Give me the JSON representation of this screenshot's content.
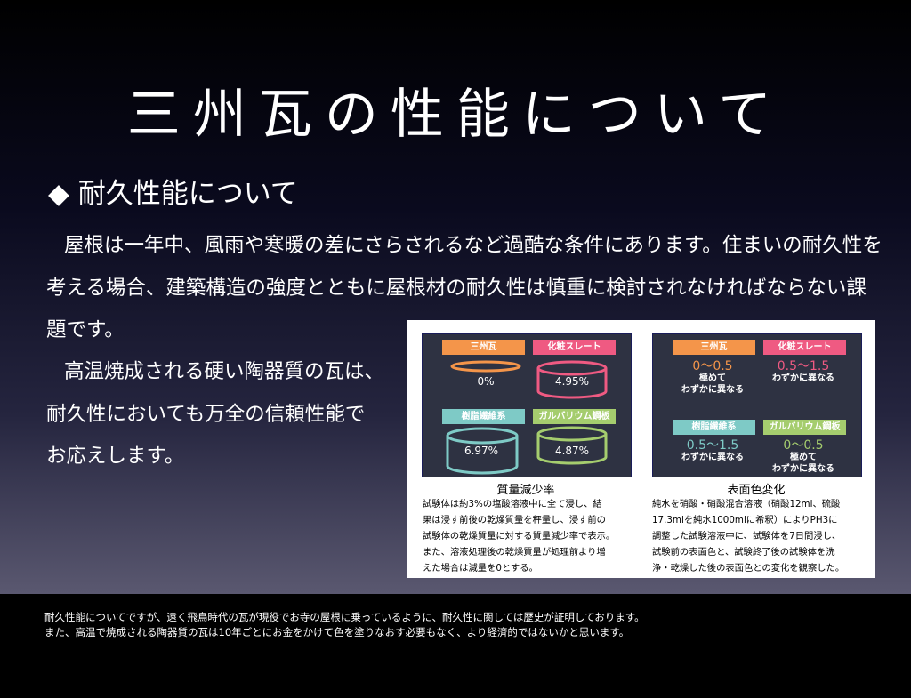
{
  "title": "三州瓦の性能について",
  "subheading": "◆ 耐久性能について",
  "body": {
    "lines": [
      "屋根は一年中、風雨や寒暖の差にさらされるなど過酷な条件にあります。住まいの耐久性を",
      "考える場合、建築構造の強度とともに屋根材の耐久性は慎重に検討されなければならない課",
      "題です。",
      "高温焼成される硬い陶器質の瓦は、",
      "耐久性においても万全の信頼性能で",
      "お応えします。"
    ]
  },
  "figure": {
    "mass_loss": {
      "caption": "質量減少率",
      "items": [
        {
          "label": "三州瓦",
          "value": "0%",
          "color": "#f4954a"
        },
        {
          "label": "化粧スレート",
          "value": "4.95%",
          "color": "#ef5a82"
        },
        {
          "label": "樹脂繊維系",
          "value": "6.97%",
          "color": "#7ecac6"
        },
        {
          "label": "ガルバリウム鋼板",
          "value": "4.87%",
          "color": "#a5cd6e"
        }
      ],
      "description": [
        "試験体は約3%の塩酸溶液中に全て浸し、結",
        "果は浸す前後の乾燥質量を秤量し、浸す前の",
        "試験体の乾燥質量に対する質量減少率で表示。",
        "また、溶液処理後の乾燥質量が処理前より増",
        "えた場合は減量を0とする。"
      ]
    },
    "color_change": {
      "caption": "表面色変化",
      "items": [
        {
          "label": "三州瓦",
          "value": "0〜0.5",
          "desc1": "極めて",
          "desc2": "わずかに異なる",
          "color": "#f4954a"
        },
        {
          "label": "化粧スレート",
          "value": "0.5〜1.5",
          "desc1": "わずかに異なる",
          "desc2": "",
          "color": "#ef5a82"
        },
        {
          "label": "樹脂繊維系",
          "value": "0.5〜1.5",
          "desc1": "わずかに異なる",
          "desc2": "",
          "color": "#7ecac6"
        },
        {
          "label": "ガルバリウム鋼板",
          "value": "0〜0.5",
          "desc1": "極めて",
          "desc2": "わずかに異なる",
          "color": "#a5cd6e"
        }
      ],
      "description": [
        "純水を硝酸・硝酸混合溶液（硝酸12ml、硫酸",
        "17.3mlを純水1000mlに希釈）によりPH3に",
        "調整した試験溶液中に、試験体を7日間浸し、",
        "試験前の表面色と、試験終了後の試験体を洗",
        "浄・乾燥した後の表面色との変化を観察した。"
      ]
    }
  },
  "notes": [
    "耐久性能についてですが、遠く飛鳥時代の瓦が現役でお寺の屋根に乗っているように、耐久性に関しては歴史が証明しております。",
    "また、高温で焼成される陶器質の瓦は10年ごとにお金をかけて色を塗りなおす必要もなく、より経済的ではないかと思います。"
  ]
}
